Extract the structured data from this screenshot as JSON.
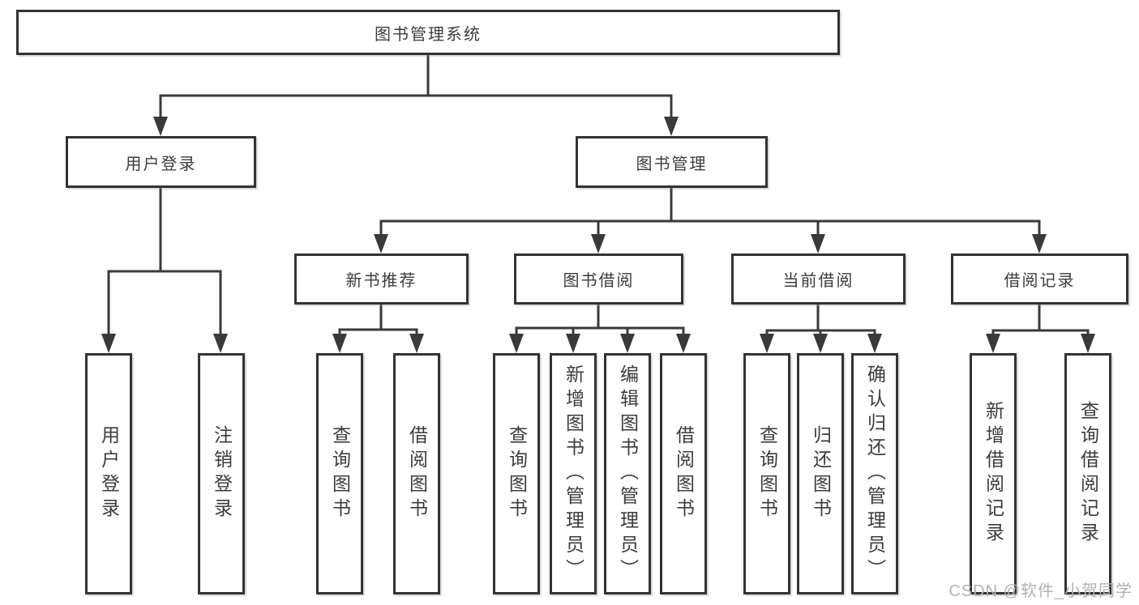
{
  "diagram": {
    "title": "图书管理系统",
    "watermark": "CSDN @软件_小贺同学",
    "colors": {
      "line": "#3a3a3a",
      "box_border": "#333333",
      "text": "#3c3c3c",
      "watermark": "#b2b2b2",
      "background": "#ffffff"
    }
  },
  "nodes": [
    {
      "id": "root",
      "label": "图书管理系统"
    },
    {
      "id": "user-login",
      "label": "用户登录"
    },
    {
      "id": "book-management",
      "label": "图书管理"
    },
    {
      "id": "new-book-recommend",
      "label": "新书推荐"
    },
    {
      "id": "book-borrowing",
      "label": "图书借阅"
    },
    {
      "id": "current-borrowing",
      "label": "当前借阅"
    },
    {
      "id": "borrowing-records",
      "label": "借阅记录"
    },
    {
      "id": "leaf-user-login",
      "label": "用户登录"
    },
    {
      "id": "leaf-logout",
      "label": "注销登录"
    },
    {
      "id": "leaf-recommend-query-book",
      "label": "查询图书"
    },
    {
      "id": "leaf-recommend-borrow-book",
      "label": "借阅图书"
    },
    {
      "id": "leaf-borrow-query-book",
      "label": "查询图书"
    },
    {
      "id": "leaf-borrow-add-book",
      "label": "新增图书（管理员）"
    },
    {
      "id": "leaf-borrow-edit-book",
      "label": "编辑图书（管理员）"
    },
    {
      "id": "leaf-borrow-borrow-book",
      "label": "借阅图书"
    },
    {
      "id": "leaf-current-query-book",
      "label": "查询图书"
    },
    {
      "id": "leaf-current-return-book",
      "label": "归还图书"
    },
    {
      "id": "leaf-current-confirm-return",
      "label": "确认归还（管理员）"
    },
    {
      "id": "leaf-records-add-record",
      "label": "新增借阅记录"
    },
    {
      "id": "leaf-records-query-record",
      "label": "查询借阅记录"
    }
  ],
  "edges": [
    {
      "from": "root",
      "to": "user-login"
    },
    {
      "from": "root",
      "to": "book-management"
    },
    {
      "from": "user-login",
      "to": "leaf-user-login"
    },
    {
      "from": "user-login",
      "to": "leaf-logout"
    },
    {
      "from": "book-management",
      "to": "new-book-recommend"
    },
    {
      "from": "book-management",
      "to": "book-borrowing"
    },
    {
      "from": "book-management",
      "to": "current-borrowing"
    },
    {
      "from": "book-management",
      "to": "borrowing-records"
    },
    {
      "from": "new-book-recommend",
      "to": "leaf-recommend-query-book"
    },
    {
      "from": "new-book-recommend",
      "to": "leaf-recommend-borrow-book"
    },
    {
      "from": "book-borrowing",
      "to": "leaf-borrow-query-book"
    },
    {
      "from": "book-borrowing",
      "to": "leaf-borrow-add-book"
    },
    {
      "from": "book-borrowing",
      "to": "leaf-borrow-edit-book"
    },
    {
      "from": "book-borrowing",
      "to": "leaf-borrow-borrow-book"
    },
    {
      "from": "current-borrowing",
      "to": "leaf-current-query-book"
    },
    {
      "from": "current-borrowing",
      "to": "leaf-current-return-book"
    },
    {
      "from": "current-borrowing",
      "to": "leaf-current-confirm-return"
    },
    {
      "from": "borrowing-records",
      "to": "leaf-records-add-record"
    },
    {
      "from": "borrowing-records",
      "to": "leaf-records-query-record"
    }
  ]
}
